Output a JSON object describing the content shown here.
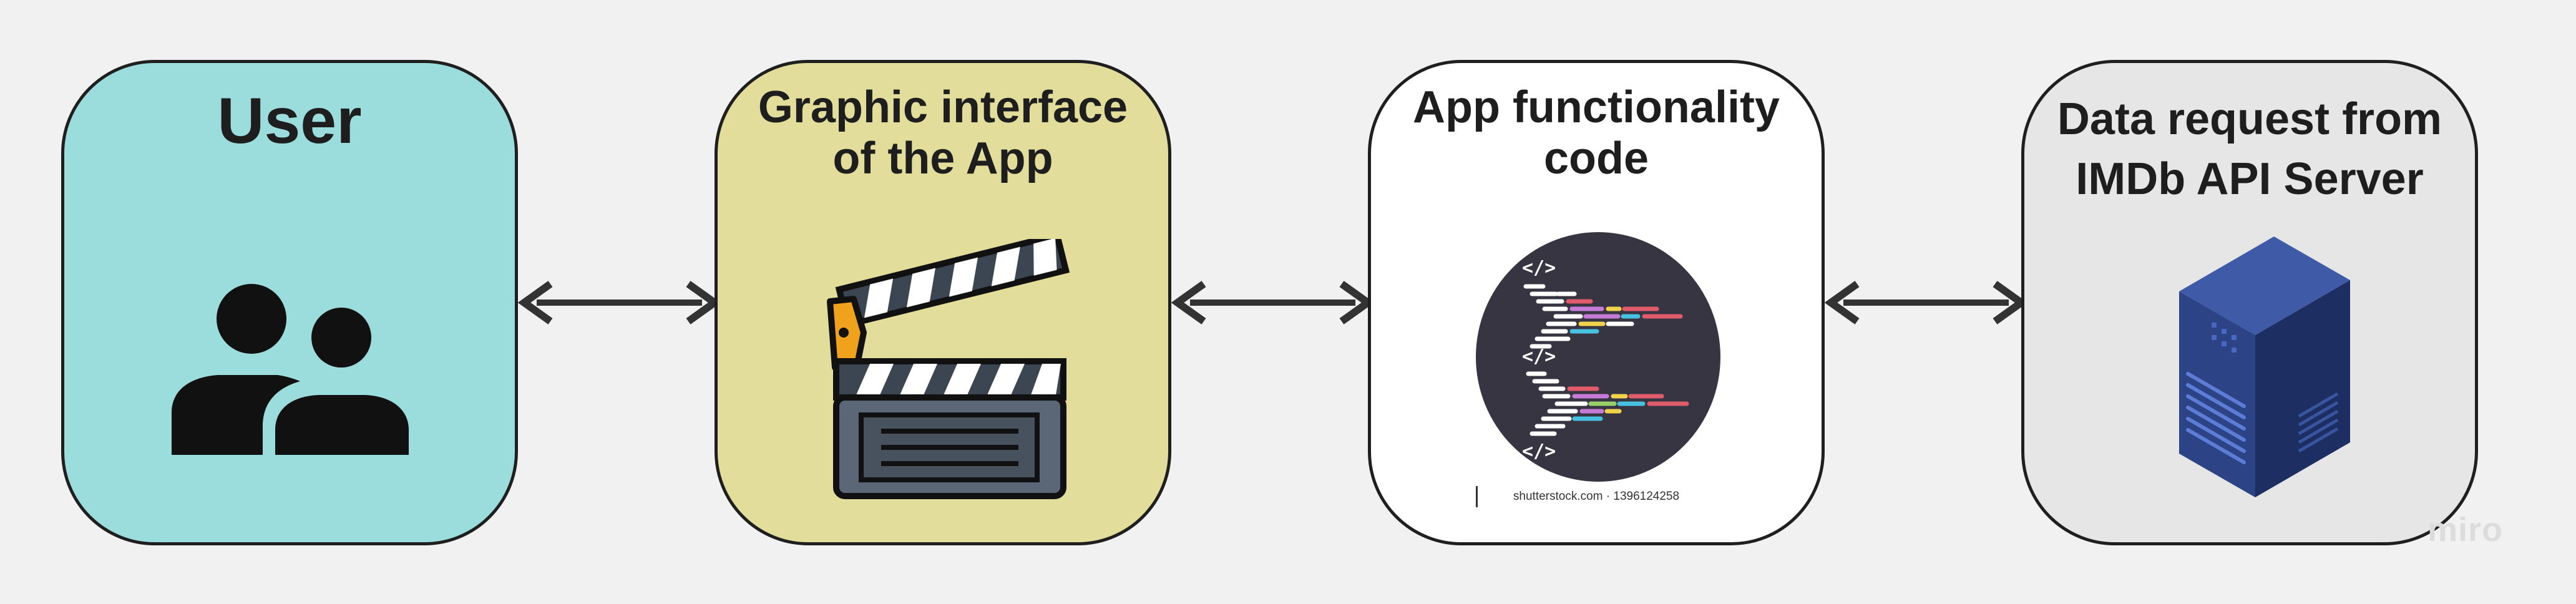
{
  "cards": {
    "user": {
      "title": "User",
      "icon": "users-icon",
      "color": "#9bdcdd"
    },
    "gui": {
      "title": "Graphic interface\nof the App",
      "icon": "clapperboard-icon",
      "color": "#e2dd9a"
    },
    "code": {
      "title": "App functionality\ncode",
      "icon": "code-icon",
      "color": "#ffffff",
      "caption": "shutterstock.com · 1396124258"
    },
    "server": {
      "title": "Data request from\nIMDb API Server",
      "icon": "server-icon",
      "color": "#e6e6e6"
    }
  },
  "connectors": [
    {
      "from": "User",
      "to": "Graphic interface of the App",
      "style": "double-arrow"
    },
    {
      "from": "Graphic interface of the App",
      "to": "App functionality code",
      "style": "double-arrow"
    },
    {
      "from": "App functionality code",
      "to": "Data request from IMDb API Server",
      "style": "double-arrow"
    }
  ],
  "watermark": "miro"
}
